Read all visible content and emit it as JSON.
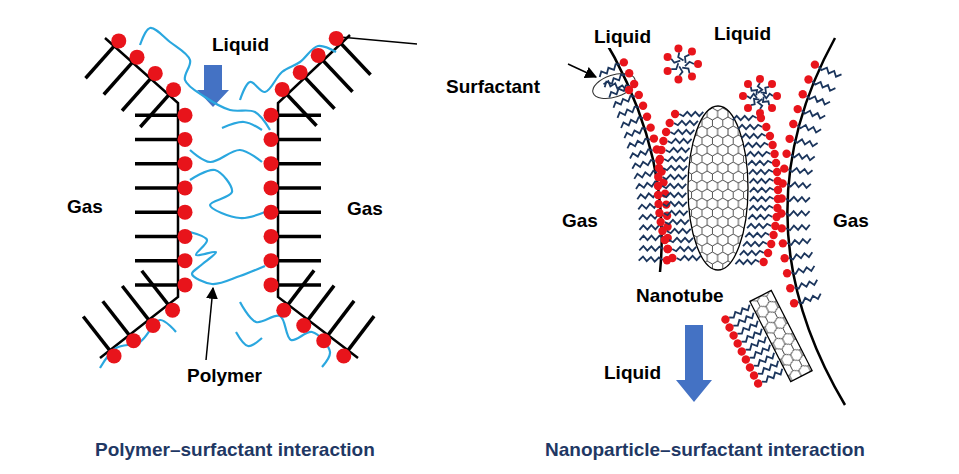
{
  "diagram": {
    "labels": [
      "Liquid",
      "Gas",
      "Gas",
      "Polymer",
      "Liquid",
      "Liquid",
      "Surfactant",
      "Gas",
      "Gas",
      "Nanotube",
      "Liquid",
      "Polymer–surfactant interaction",
      "Nanoparticle–surfactant interaction"
    ]
  }
}
